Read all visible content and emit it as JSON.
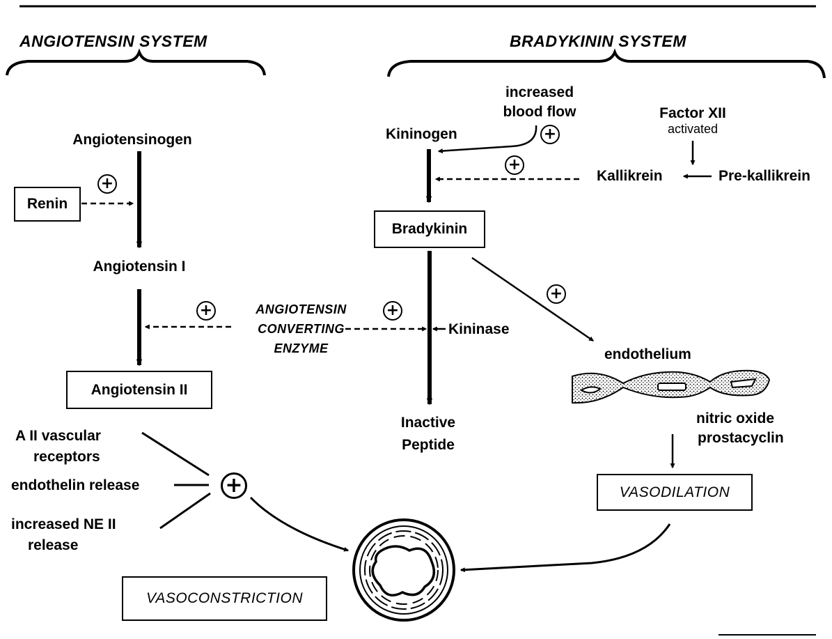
{
  "headers": {
    "angiotensin_system": "ANGIOTENSIN SYSTEM",
    "bradykinin_system": "BRADYKININ SYSTEM"
  },
  "angiotensin": {
    "angiotensinogen": "Angiotensinogen",
    "renin": "Renin",
    "angiotensin_1": "Angiotensin I",
    "angiotensin_2": "Angiotensin II"
  },
  "enzyme": {
    "line1": "ANGIOTENSIN",
    "line2": "CONVERTING",
    "line3": "ENZYME"
  },
  "bradykinin": {
    "increased": "increased",
    "blood_flow": "blood flow",
    "factor_xii": "Factor XII",
    "activated": "activated",
    "kininogen": "Kininogen",
    "kallikrein": "Kallikrein",
    "pre_kallikrein": "Pre-kallikrein",
    "bradykinin": "Bradykinin",
    "kininase": "Kininase",
    "inactive": "Inactive",
    "peptide": "Peptide",
    "endothelium": "endothelium",
    "nitric_oxide": "nitric oxide",
    "prostacyclin": "prostacyclin",
    "vasodilation": "VASODILATION"
  },
  "effects": {
    "a2_line1": "A II  vascular",
    "a2_line2": "receptors",
    "endothelin": "endothelin release",
    "ne_line1": "increased NE II",
    "ne_line2": "release",
    "vasoconstriction": "VASOCONSTRICTION"
  },
  "plus_symbol": "+"
}
